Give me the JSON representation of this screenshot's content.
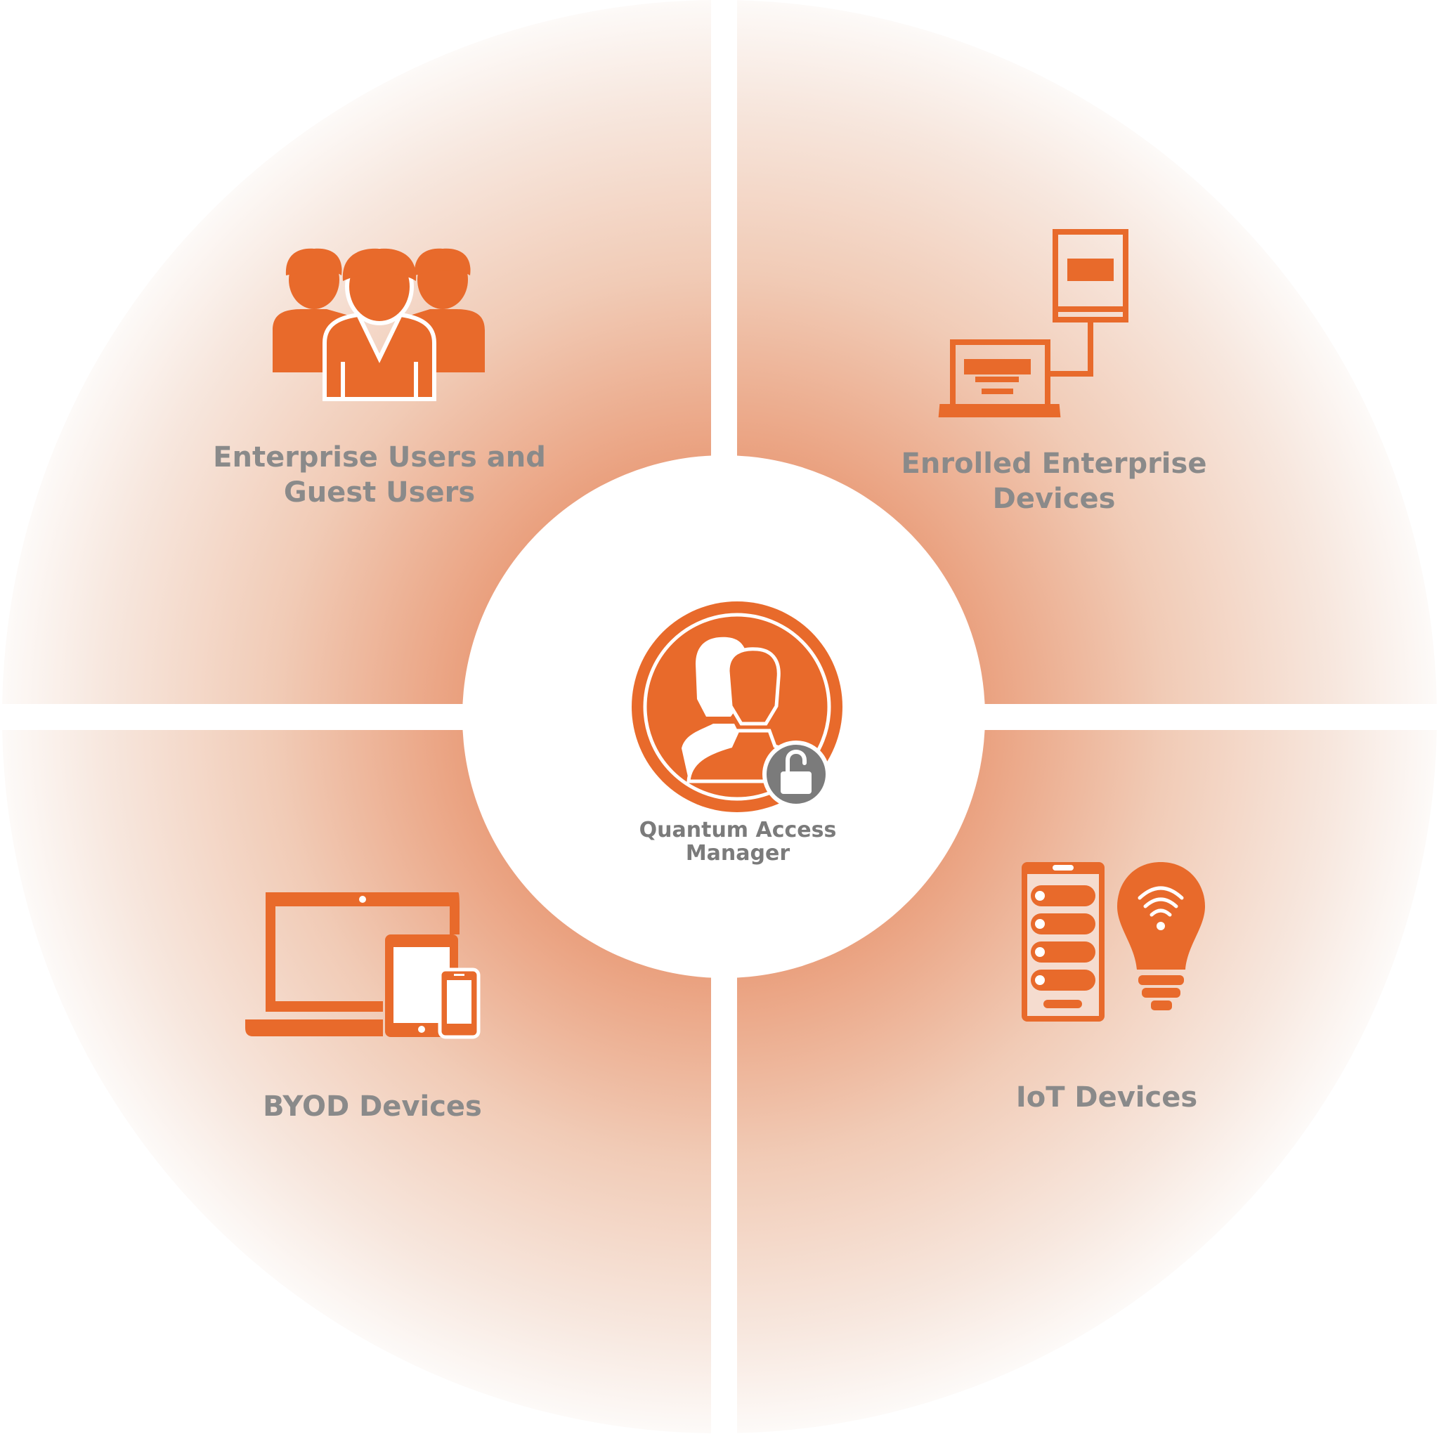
{
  "center": {
    "title_line1": "Quantum Access",
    "title_line2": "Manager",
    "icon": "user-lock-icon"
  },
  "quadrants": [
    {
      "id": "users",
      "line1": "Enterprise Users and",
      "line2": "Guest Users",
      "icon": "users-group-icon"
    },
    {
      "id": "enrolled",
      "line1": "Enrolled Enterprise",
      "line2": "Devices",
      "icon": "laptop-server-icon"
    },
    {
      "id": "byod",
      "line1": "BYOD Devices",
      "icon": "devices-icon"
    },
    {
      "id": "iot",
      "line1": "IoT Devices",
      "icon": "iot-icon"
    }
  ],
  "colors": {
    "accent": "#e86a2b",
    "text": "#8a8a8a",
    "lock": "#7b7b7b",
    "glow": "#eaa07e"
  }
}
